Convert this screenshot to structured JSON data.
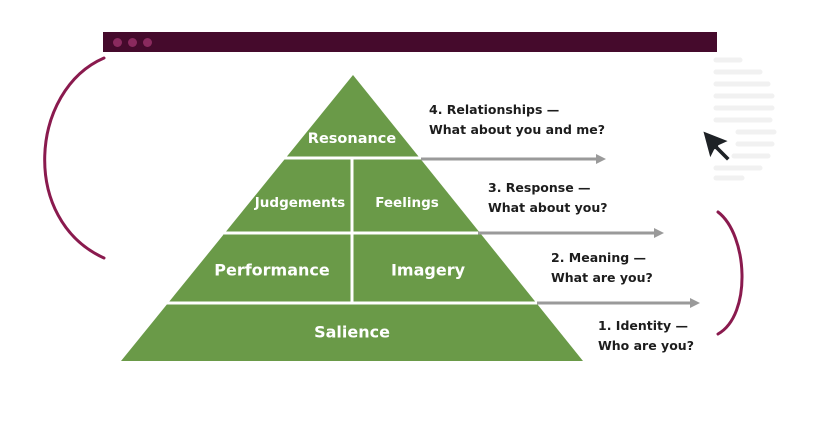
{
  "colors": {
    "pyramid_fill": "#6a9a48",
    "divider": "#ffffff",
    "arrow": "#9a9a9a",
    "window_bar": "#450a2c",
    "window_dot": "#8a2a5e",
    "accent_curve": "#8a1a4e",
    "cursor": "#1e2226"
  },
  "pyramid": {
    "resonance": "Resonance",
    "judgements": "Judgements",
    "feelings": "Feelings",
    "performance": "Performance",
    "imagery": "Imagery",
    "salience": "Salience"
  },
  "levels": [
    {
      "title": "4. Relationships —",
      "question": "What about you and me?"
    },
    {
      "title": "3. Response —",
      "question": "What about you?"
    },
    {
      "title": "2. Meaning —",
      "question": "What are you?"
    },
    {
      "title": "1. Identity —",
      "question": "Who are you?"
    }
  ],
  "icons": {
    "cursor": "mouse-pointer-icon",
    "window_controls": "window-dots-icon"
  }
}
